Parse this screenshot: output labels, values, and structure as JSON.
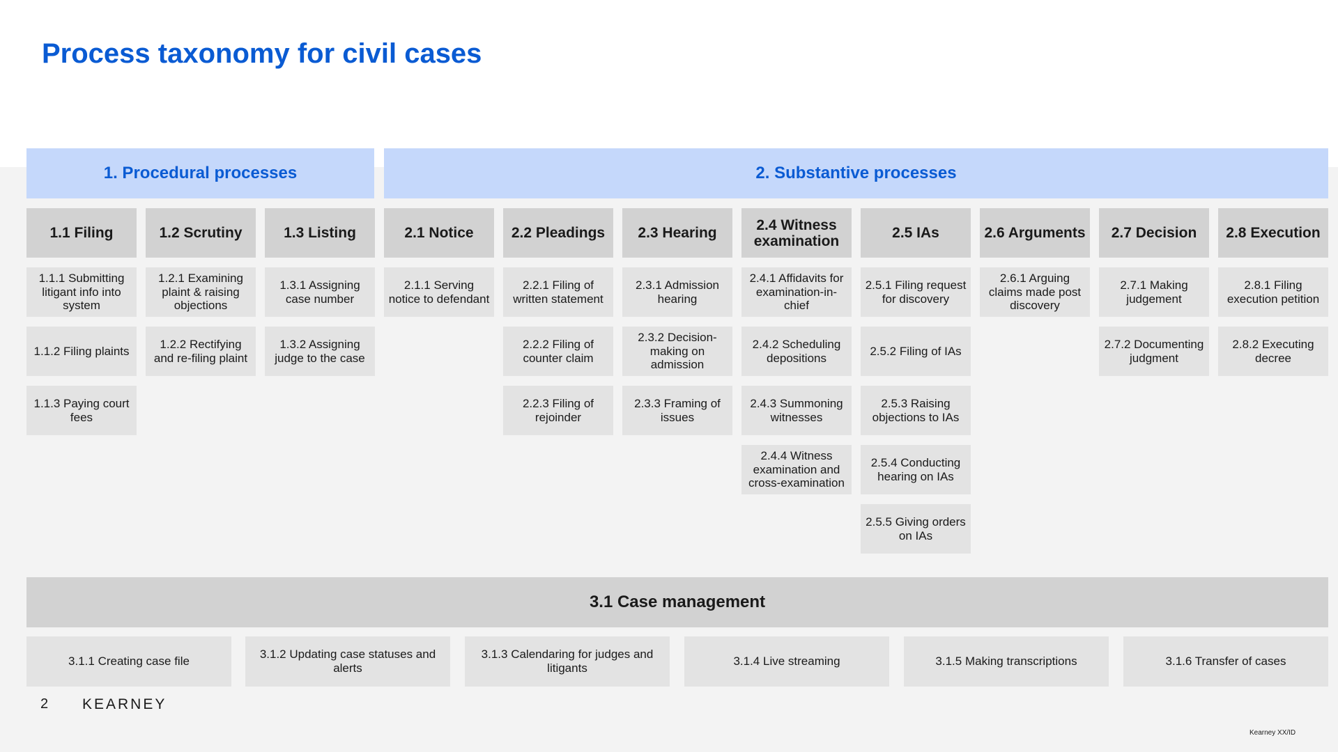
{
  "title": "Process taxonomy for civil cases",
  "groups": [
    {
      "label": "1. Procedural processes"
    },
    {
      "label": "2. Substantive processes"
    }
  ],
  "columns": [
    {
      "header": "1.1 Filing",
      "items": [
        "1.1.1 Submitting litigant info into system",
        "1.1.2 Filing plaints",
        "1.1.3 Paying court fees"
      ]
    },
    {
      "header": "1.2 Scrutiny",
      "items": [
        "1.2.1 Examining plaint & raising objections",
        "1.2.2 Rectifying and re-filing plaint"
      ]
    },
    {
      "header": "1.3 Listing",
      "items": [
        "1.3.1 Assigning case number",
        "1.3.2 Assigning judge to the case"
      ]
    },
    {
      "header": "2.1 Notice",
      "items": [
        "2.1.1 Serving notice to defendant"
      ]
    },
    {
      "header": "2.2 Pleadings",
      "items": [
        "2.2.1 Filing of written statement",
        "2.2.2 Filing of counter claim",
        "2.2.3 Filing of rejoinder"
      ]
    },
    {
      "header": "2.3 Hearing",
      "items": [
        "2.3.1 Admission hearing",
        "2.3.2 Decision-making on admission",
        "2.3.3 Framing of issues"
      ]
    },
    {
      "header": "2.4 Witness examination",
      "items": [
        "2.4.1 Affidavits for examination-in-chief",
        "2.4.2 Scheduling depositions",
        "2.4.3 Summoning witnesses",
        "2.4.4 Witness examination and cross-examination"
      ]
    },
    {
      "header": "2.5 IAs",
      "items": [
        "2.5.1 Filing request for discovery",
        "2.5.2 Filing of IAs",
        "2.5.3 Raising objections to IAs",
        "2.5.4 Conducting hearing on IAs",
        "2.5.5 Giving orders on IAs"
      ]
    },
    {
      "header": "2.6 Arguments",
      "items": [
        "2.6.1 Arguing claims made post discovery"
      ]
    },
    {
      "header": "2.7 Decision",
      "items": [
        "2.7.1 Making judgement",
        "2.7.2 Documenting judgment"
      ]
    },
    {
      "header": "2.8 Execution",
      "items": [
        "2.8.1 Filing execution petition",
        "2.8.2 Executing decree"
      ]
    }
  ],
  "case_management": {
    "header": "3.1 Case management",
    "items": [
      "3.1.1 Creating case file",
      "3.1.2 Updating case statuses and alerts",
      "3.1.3 Calendaring for judges and litigants",
      "3.1.4 Live streaming",
      "3.1.5 Making transcriptions",
      "3.1.6 Transfer of cases"
    ]
  },
  "footer": {
    "page_number": "2",
    "brand": "KEARNEY",
    "tag": "Kearney XX/ID"
  },
  "colors": {
    "accent": "#0a5bd3",
    "group_fill": "#c5d8fb",
    "header_fill": "#d2d2d2",
    "cell_fill": "#e3e3e3",
    "panel_bg": "#f3f3f3"
  }
}
